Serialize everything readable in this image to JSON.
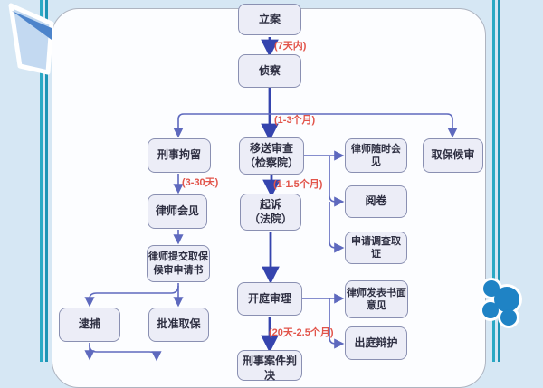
{
  "flowchart": {
    "title_hint": "criminal case procedure flowchart",
    "nodes": [
      {
        "id": "case-filing",
        "label": "立案"
      },
      {
        "id": "investigation",
        "label": "侦察"
      },
      {
        "id": "criminal-detention",
        "label": "刑事拘留"
      },
      {
        "id": "transfer-review",
        "label": "移送审查",
        "label2": "（检察院）"
      },
      {
        "id": "lawyer-meet-anytime",
        "label": "律师随时会见"
      },
      {
        "id": "bail-pending-trial",
        "label": "取保候审"
      },
      {
        "id": "read-case-files",
        "label": "阅卷"
      },
      {
        "id": "apply-evidence",
        "label": "申请调查取证"
      },
      {
        "id": "prosecution",
        "label": "起诉",
        "label2": "（法院）"
      },
      {
        "id": "lawyer-meeting",
        "label": "律师会见"
      },
      {
        "id": "lawyer-submit-bail",
        "label": "律师提交取保",
        "label2": "候审申请书"
      },
      {
        "id": "arrest",
        "label": "逮捕"
      },
      {
        "id": "approve-bail",
        "label": "批准取保"
      },
      {
        "id": "court-hearing",
        "label": "开庭审理"
      },
      {
        "id": "lawyer-written-opinion",
        "label": "律师发表书面",
        "label2": "意见"
      },
      {
        "id": "court-defense",
        "label": "出庭辩护"
      },
      {
        "id": "verdict",
        "label": "刑事案件判决"
      }
    ],
    "durations": [
      {
        "id": "d-7days",
        "label": "(7天内)"
      },
      {
        "id": "d-1-3mo",
        "label": "(1-3个月)"
      },
      {
        "id": "d-3-30d",
        "label": "(3-30天)"
      },
      {
        "id": "d-1-1_5mo",
        "label": "(1-1.5个月)"
      },
      {
        "id": "d-20d-2_5mo",
        "label": "(20天-2.5个月)"
      }
    ]
  },
  "icons": {
    "paper_plane": "paper-plane-icon",
    "clover": "clover-flower-icon"
  },
  "colors": {
    "background": "#d6e7f4",
    "panel": "#fcfdff",
    "node_fill": "#ecedf7",
    "node_border": "#8a90b2",
    "arrow_main": "#3544ae",
    "arrow_secondary": "#5e69be",
    "duration_text": "#e2544a",
    "teal_frame": "#2aa9c4",
    "plane_blue": "#4d84cb",
    "clover_blue": "#1f83c5"
  }
}
